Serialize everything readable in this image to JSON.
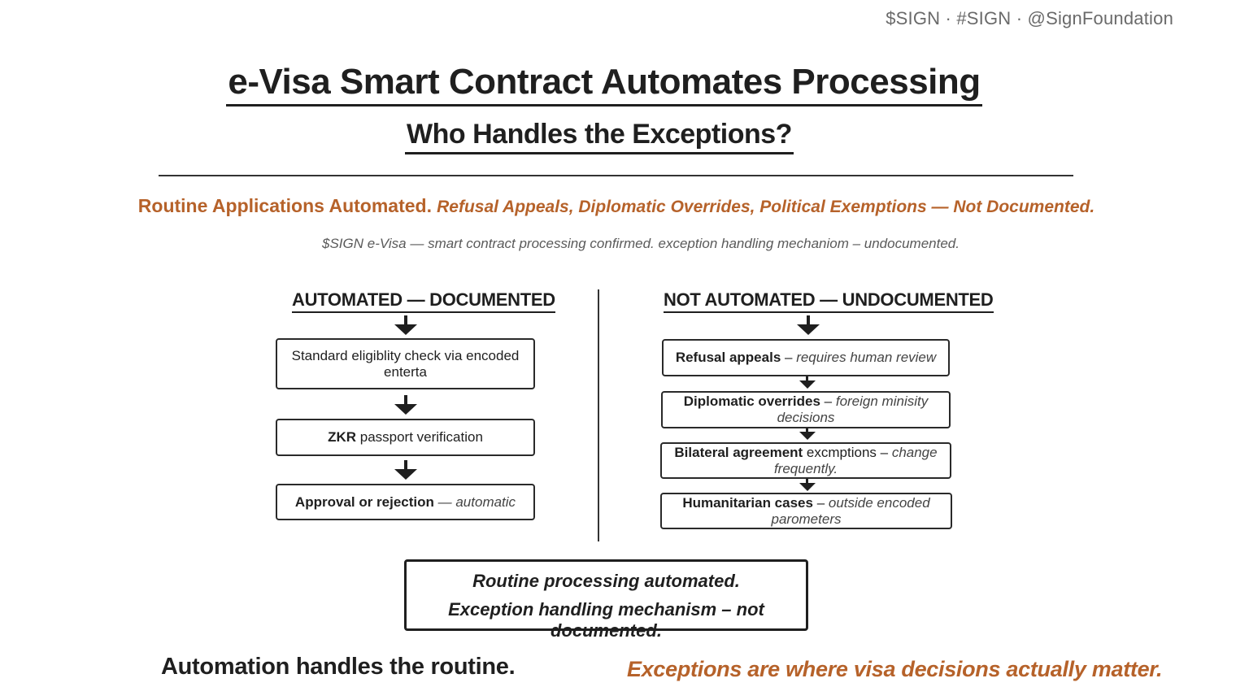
{
  "tagline": "$SIGN · #SIGN · @SignFoundation",
  "title": "e-Visa Smart Contract Automates Processing",
  "subtitle": "Who Handles the Exceptions?",
  "headline": {
    "lead": "Routine Applications Automated.",
    "rest": "Refusal Appeals, Diplomatic Overrides, Political Exemptions — Not Documented."
  },
  "note": "$SIGN e-Visa — smart contract processing confirmed. exception handling mechaniom – undocumented.",
  "left_column": {
    "heading": "AUTOMATED — DOCUMENTED",
    "steps": [
      {
        "bold": "",
        "text": "Standard eligiblity check via encoded enterta",
        "italic": ""
      },
      {
        "bold": "ZKR",
        "text": " passport verification",
        "italic": ""
      },
      {
        "bold": "Approval or rejection",
        "text": "",
        "italic": " — automatic"
      }
    ]
  },
  "right_column": {
    "heading": "NOT AUTOMATED — UNDOCUMENTED",
    "steps": [
      {
        "bold": "Refusal appeals",
        "text": " – ",
        "italic": "requires human review"
      },
      {
        "bold": "Diplomatic overrides",
        "text": " – ",
        "italic": "foreign minisity decisions"
      },
      {
        "bold": "Bilateral agreement",
        "text": " excmptions – ",
        "italic": "change frequently."
      },
      {
        "bold": "Humanitarian cases",
        "text": " – ",
        "italic": "outside encoded parometers"
      }
    ]
  },
  "summary": {
    "line1": "Routine processing automated.",
    "line2": "Exception handling mechanism – not documented."
  },
  "footer": {
    "left": "Automation handles the routine.",
    "right": "Exceptions are where visa decisions actually matter."
  }
}
